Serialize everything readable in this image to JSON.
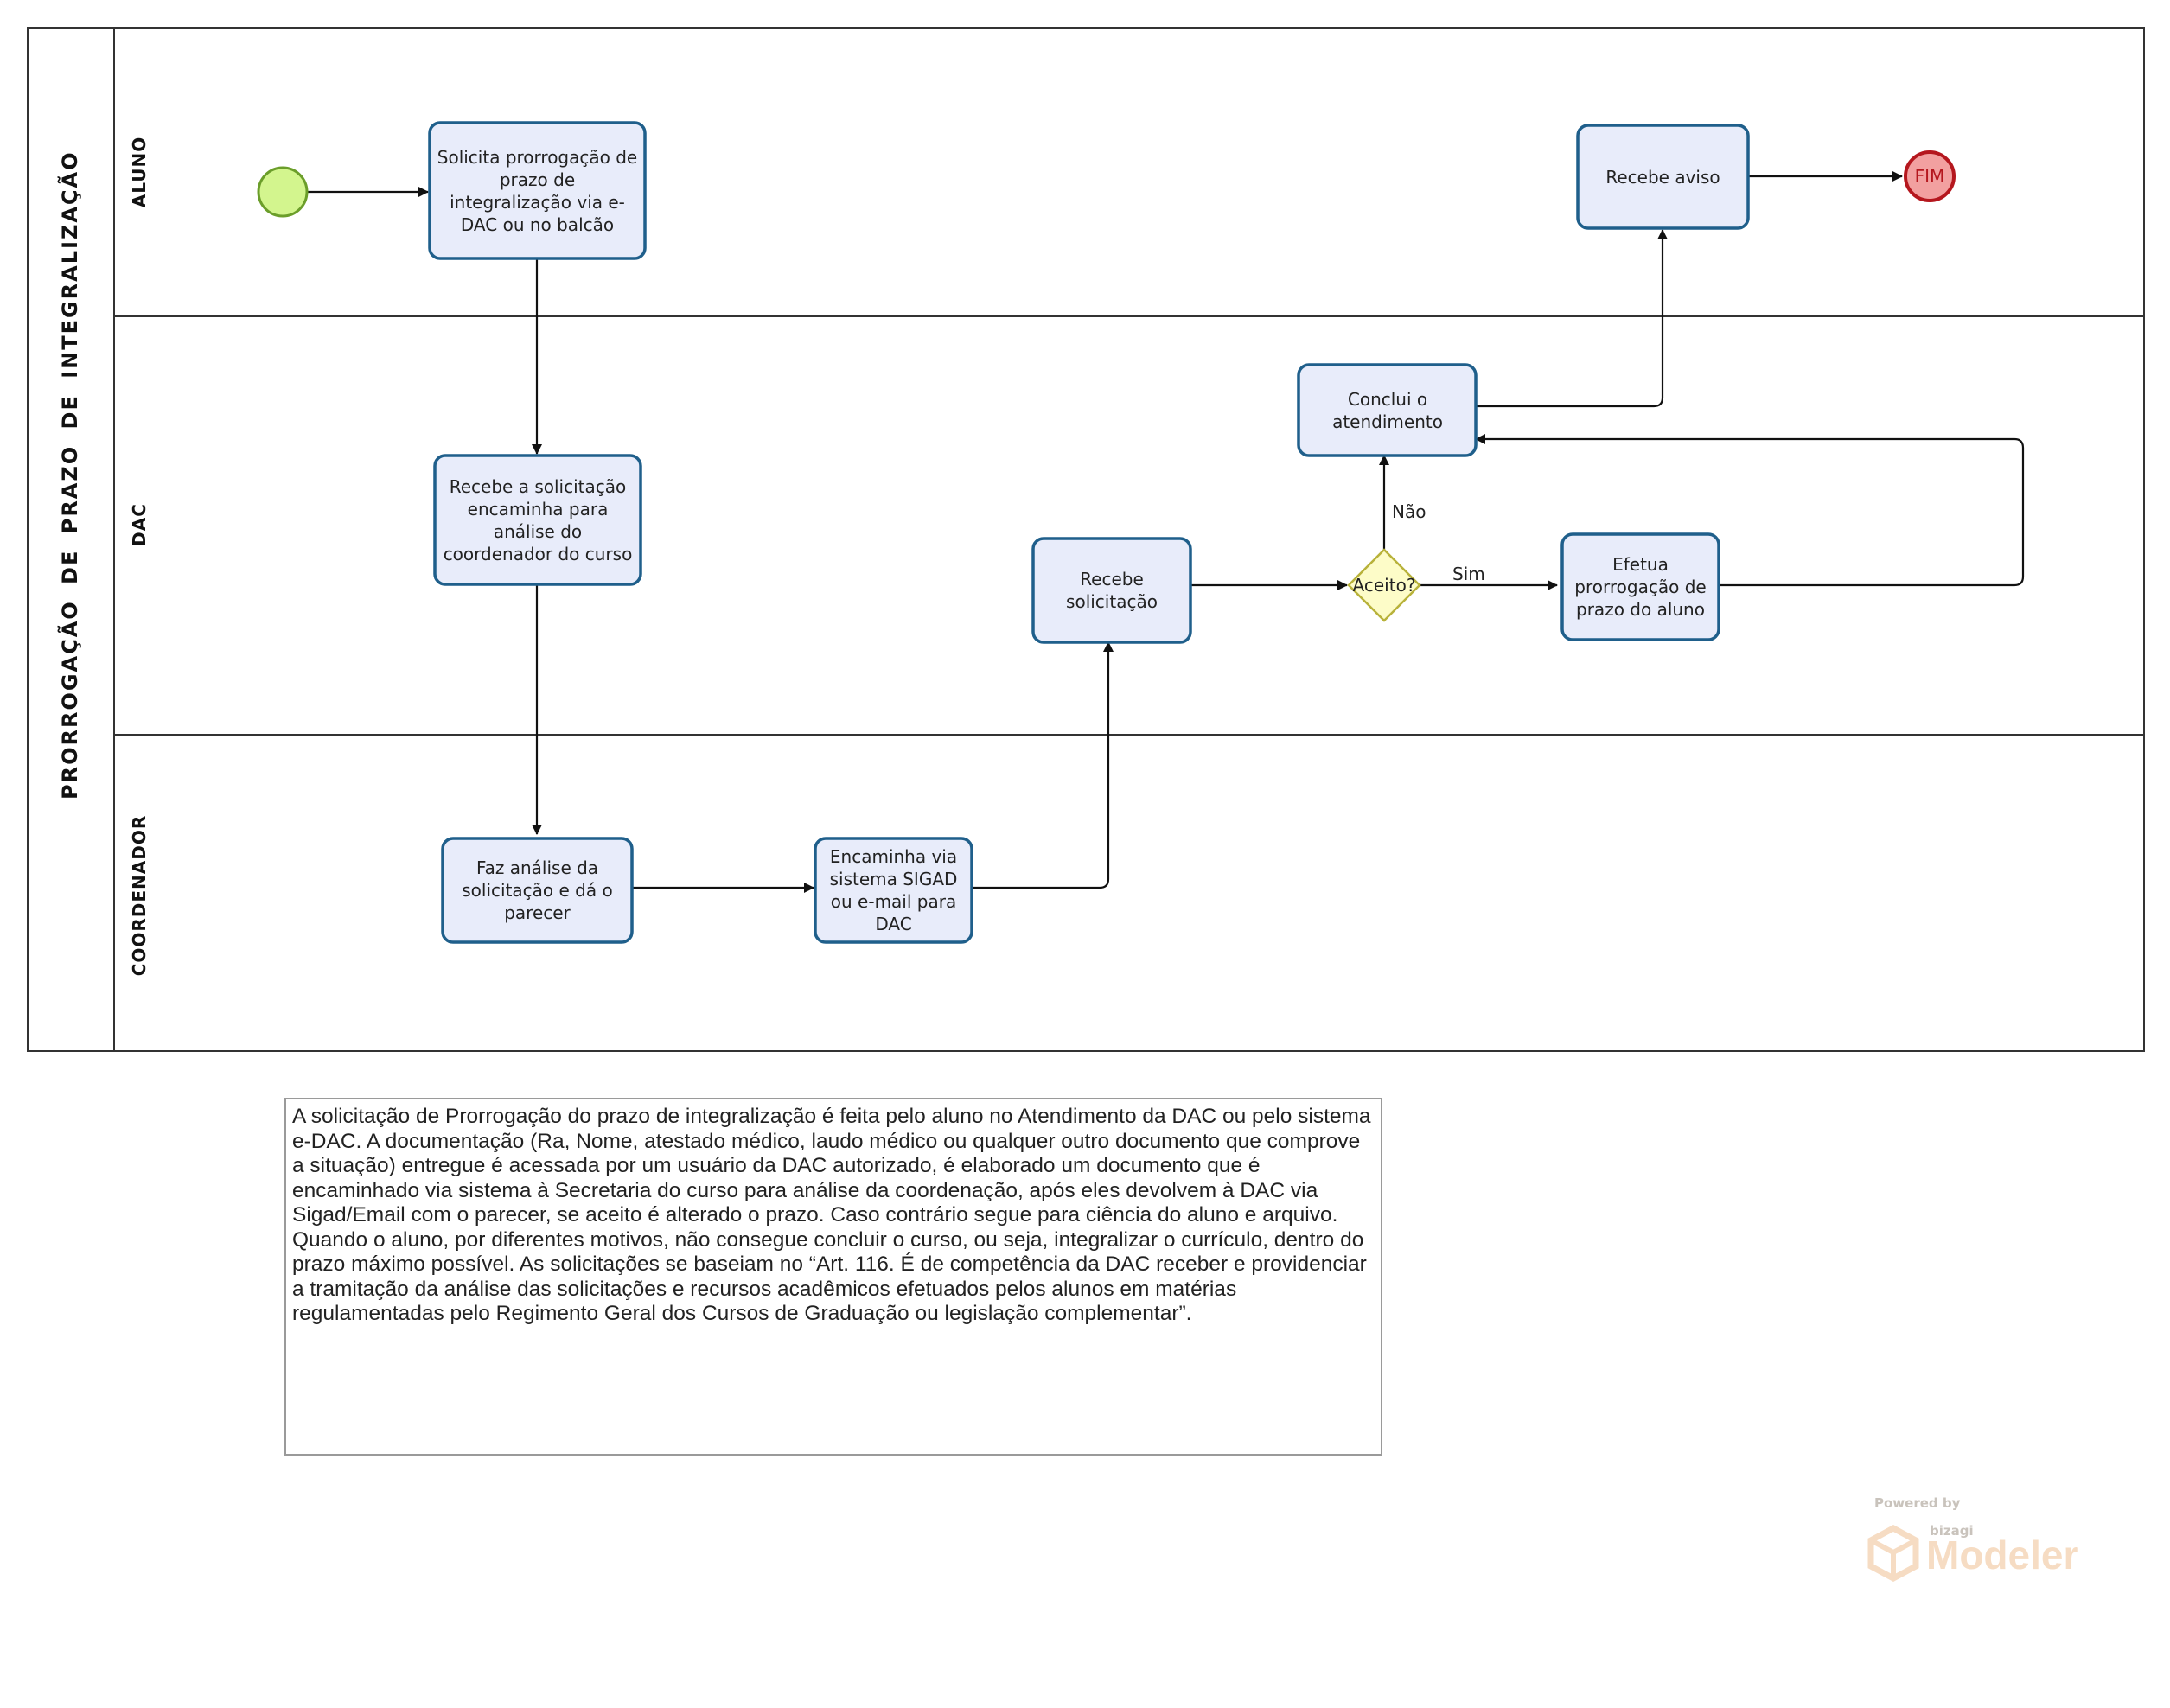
{
  "pool": {
    "title": "PRORROGAÇÃO DE PRAZO DE INTEGRALIZAÇÃO"
  },
  "lanes": [
    {
      "id": "aluno",
      "label": "ALUNO"
    },
    {
      "id": "dac",
      "label": "DAC"
    },
    {
      "id": "coordenador",
      "label": "COORDENADOR"
    }
  ],
  "tasks": {
    "solicita": "Solicita prorrogação de prazo de integralização via e-DAC ou no balcão",
    "recebe_aviso": "Recebe aviso",
    "recebe_solicitacao_dac": "Recebe a solicitação encaminha para análise do coordenador do curso",
    "conclui": "Conclui o atendimento",
    "recebe_solicitacao": "Recebe solicitação",
    "efetua": "Efetua prorrogação de prazo do aluno",
    "faz_analise": "Faz análise da solicitação e dá o parecer",
    "encaminha": "Encaminha via sistema SIGAD ou e-mail para DAC"
  },
  "gateway": {
    "label": "Aceito?"
  },
  "end_event": {
    "label": "FIM"
  },
  "edge_labels": {
    "nao": "Não",
    "sim": "Sim"
  },
  "note": {
    "text": "A solicitação de Prorrogação do prazo de integralização é feita pelo aluno no Atendimento da DAC ou pelo sistema e-DAC. A documentação (Ra, Nome, atestado médico, laudo médico ou qualquer outro documento que comprove a situação) entregue é acessada por um usuário da DAC autorizado, é elaborado um documento que é encaminhado via sistema à Secretaria do curso para análise da coordenação, após eles devolvem à DAC via Sigad/Email com o parecer, se aceito é alterado o prazo. Caso contrário segue para ciência do aluno e arquivo. Quando o aluno, por diferentes motivos, não consegue concluir o curso, ou seja, integralizar o currículo, dentro do prazo máximo possível. As solicitações se baseiam no “Art. 116. É de competência da DAC receber e providenciar a tramitação da análise das solicitações e recursos acadêmicos efetuados pelos alunos em matérias regulamentadas pelo Regimento Geral dos Cursos de Graduação ou legislação complementar”."
  },
  "branding": {
    "powered": "Powered by",
    "vendor": "bizagi",
    "product": "Modeler"
  },
  "colors": {
    "task_fill": "#e8ecfa",
    "task_stroke": "#1f5f8b",
    "start_fill": "#d3f58e",
    "start_stroke": "#6b9e2a",
    "end_fill": "#f2a0a0",
    "end_stroke": "#b5171e",
    "gateway_fill": "#fdfcc8",
    "gateway_stroke": "#b8b23a"
  }
}
